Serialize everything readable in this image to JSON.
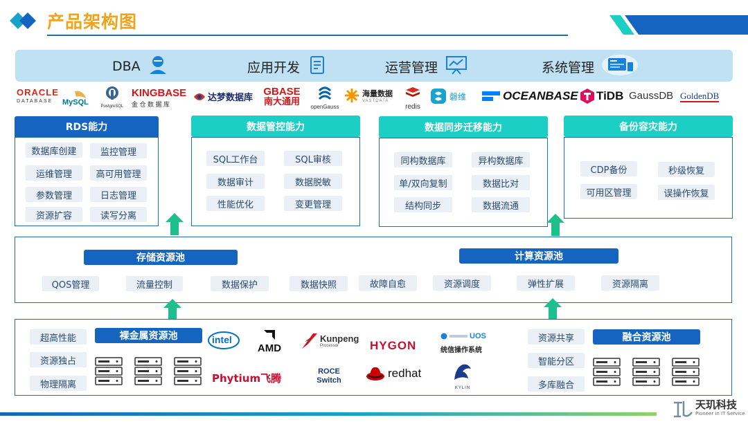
{
  "title": "产品架构图",
  "top_bar": {
    "items": [
      {
        "label": "DBA",
        "icon": "user-icon"
      },
      {
        "label": "应用开发",
        "icon": "document-icon"
      },
      {
        "label": "运营管理",
        "icon": "presentation-icon"
      },
      {
        "label": "系统管理",
        "icon": "dashboard-icon"
      }
    ]
  },
  "logos": {
    "oracle": "ORACLE",
    "oracle_sub": "DATABASE",
    "mysql": "MySQL",
    "postgresql": "PostgreSQL",
    "kingbase": "KINGBASE",
    "kingbase_sub": "金 仓 数 据 库",
    "dameng": "达梦数据库",
    "gbase": "GBASE",
    "gbase_sub": "南大通用",
    "opengauss": "openGauss",
    "vastdata": "海量数据",
    "vastdata_sub": "VASTDATA",
    "redis": "redis",
    "panwei": "磐维",
    "oceanbase": "OCEANBASE",
    "tidb": "TiDB",
    "gaussdb": "GaussDB",
    "goldendb": "GoldenDB"
  },
  "capabilities": [
    {
      "title": "RDS能力",
      "items": [
        "数据库创建",
        "监控管理",
        "运维管理",
        "高可用管理",
        "参数管理",
        "日志管理",
        "资源扩容",
        "读写分离"
      ]
    },
    {
      "title": "数据管控能力",
      "items": [
        "SQL工作台",
        "SQL审核",
        "数据审计",
        "数据脱敏",
        "性能优化",
        "变更管理"
      ]
    },
    {
      "title": "数据同步迁移能力",
      "items": [
        "同构数据库",
        "异构数据库",
        "单/双向复制",
        "数据比对",
        "结构同步",
        "数据流通"
      ]
    },
    {
      "title": "备份容灾能力",
      "items": [
        "CDP备份",
        "秒级恢复",
        "可用区管理",
        "误操作恢复"
      ]
    }
  ],
  "middle": {
    "storage_pool": "存储资源池",
    "compute_pool": "计算资源池",
    "items": [
      "QOS管理",
      "流量控制",
      "数据保护",
      "数据快照",
      "故障自愈",
      "资源调度",
      "弹性扩展",
      "资源隔离"
    ]
  },
  "bottom": {
    "left_features": [
      "超高性能",
      "资源独占",
      "物理隔离"
    ],
    "baremetal_pool": "裸金属资源池",
    "right_features": [
      "资源共享",
      "智能分区",
      "多库融合"
    ],
    "fusion_pool": "融合资源池",
    "vendors": {
      "intel": "intel",
      "amd": "AMD",
      "kunpeng": "Kunpeng",
      "kunpeng_sub": "Processor",
      "hygon": "HYGON",
      "uos": "UOS",
      "uos_cn": "统信操作系统",
      "phytium": "Phytium飞腾",
      "roce_1": "ROCE",
      "roce_2": "Switch",
      "redhat": "redhat",
      "kylin": "KYLIN"
    }
  },
  "footer": {
    "company": "天玑科技",
    "slogan": "Pioneer in IT Service"
  },
  "colors": {
    "blue": "#1565c0",
    "teal": "#1ccfc4",
    "title_orange": "#f0a41c",
    "arrow_green": "#1dbf8a"
  }
}
